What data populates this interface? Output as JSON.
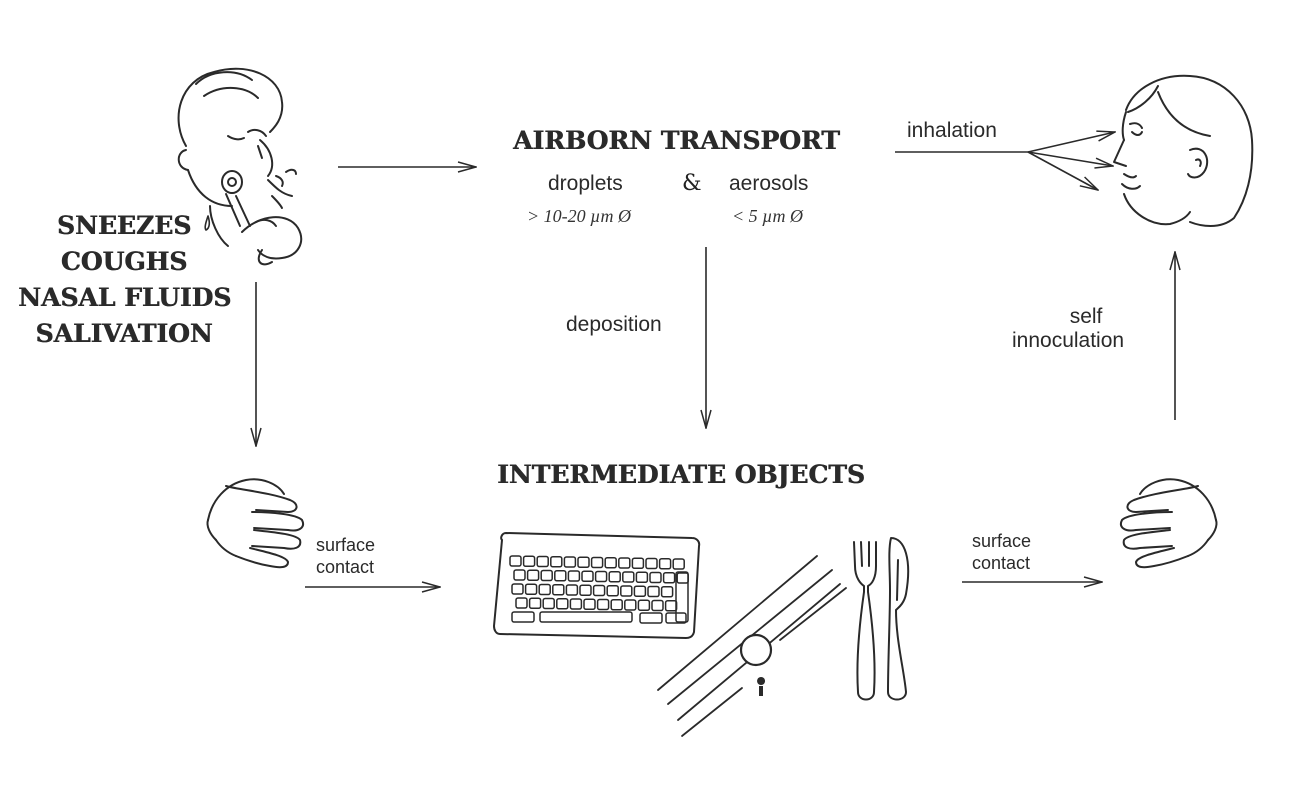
{
  "sources": {
    "items": [
      "SNEEZES",
      "COUGHS",
      "NASAL FLUIDS",
      "SALIVATION"
    ]
  },
  "airborne": {
    "title": "AIRBORN TRANSPORT",
    "droplets": "droplets",
    "ampersand": "&",
    "aerosols": "aerosols",
    "droplets_size": "> 10-20 µm Ø",
    "aerosols_size": "< 5 µm Ø"
  },
  "routes": {
    "inhalation": "inhalation",
    "deposition": "deposition",
    "self_innoculation": [
      "self",
      "innoculation"
    ],
    "surface_contact_left": [
      "surface",
      "contact"
    ],
    "surface_contact_right": [
      "surface",
      "contact"
    ]
  },
  "objects": {
    "title": "INTERMEDIATE OBJECTS"
  },
  "icons": {
    "sneezing_person": "sneezing-person-icon",
    "receiving_person": "woman-face-icon",
    "hand_left": "hand-icon",
    "hand_right": "hand-icon",
    "keyboard": "keyboard-icon",
    "door_handle": "door-handle-icon",
    "cutlery": "fork-knife-icon"
  },
  "colors": {
    "ink": "#2a2a2a",
    "background": "#ffffff"
  }
}
